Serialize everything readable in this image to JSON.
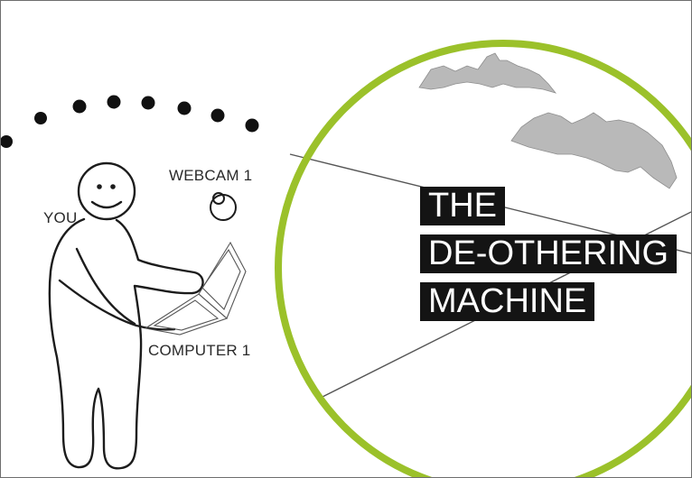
{
  "labels": {
    "you": "YOU",
    "webcam": "WEBCAM 1",
    "computer": "COMPUTER 1"
  },
  "title": {
    "line1": "THE",
    "line2": "DE-OTHERING",
    "line3": "MACHINE"
  },
  "colors": {
    "circle_ring": "#9bc12a",
    "bat_fill": "#b9b9b9",
    "title_background": "#141414",
    "title_text": "#ffffff",
    "line_art": "#1c1c1c"
  },
  "icons": [
    "person-icon",
    "webcam-icon",
    "laptop-icon",
    "bat-icon"
  ]
}
